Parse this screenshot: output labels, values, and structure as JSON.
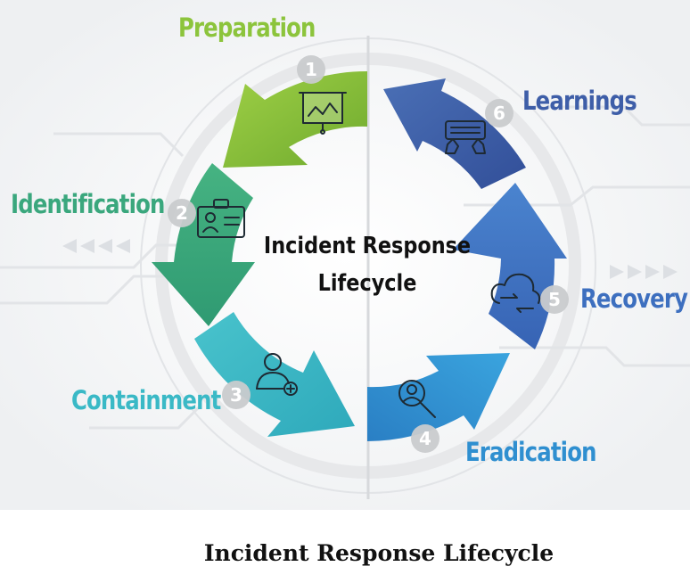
{
  "diagram": {
    "center_title_line1": "Incident Response",
    "center_title_line2": "Lifecycle",
    "stages": [
      {
        "number": "1",
        "label": "Preparation",
        "color": "#8cc43c",
        "icon": "presentation-board-icon"
      },
      {
        "number": "2",
        "label": "Identification",
        "color": "#3aa77d",
        "icon": "id-badge-icon"
      },
      {
        "number": "3",
        "label": "Containment",
        "color": "#3ab9c6",
        "icon": "user-add-icon"
      },
      {
        "number": "4",
        "label": "Eradication",
        "color": "#2f8fd0",
        "icon": "user-search-icon"
      },
      {
        "number": "5",
        "label": "Recovery",
        "color": "#3d6fbf",
        "icon": "cloud-sync-icon"
      },
      {
        "number": "6",
        "label": "Learnings",
        "color": "#3e5ea8",
        "icon": "keyboard-hands-icon"
      }
    ]
  },
  "caption": "Incident Response Lifecycle"
}
